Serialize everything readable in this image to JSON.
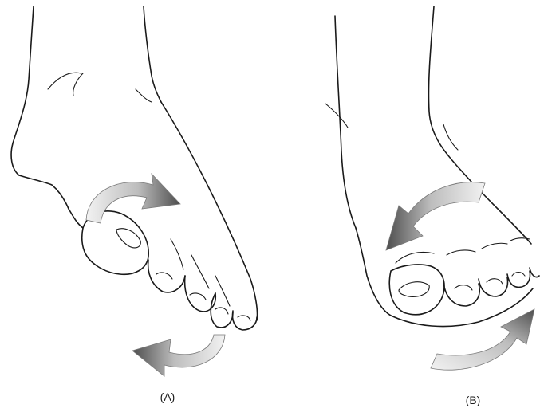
{
  "panels": [
    {
      "id": "A",
      "label": "(A)",
      "arrows": [
        "forefoot-rotation-arrow",
        "toe-rotation-arrow"
      ]
    },
    {
      "id": "B",
      "label": "(B)",
      "arrows": [
        "forefoot-rotation-arrow",
        "toe-rotation-arrow"
      ]
    }
  ],
  "colors": {
    "outline": "#1a1a1a",
    "arrow_light": "#e8e8e8",
    "arrow_dark": "#5a5a5a"
  }
}
